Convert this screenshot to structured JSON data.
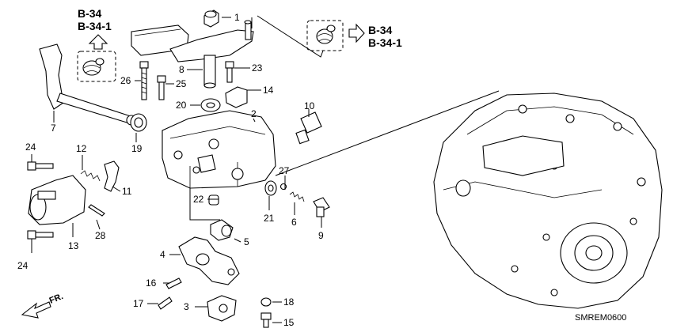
{
  "references": {
    "top_left": [
      "B-34",
      "B-34-1"
    ],
    "top_right": [
      "B-34",
      "B-34-1"
    ]
  },
  "part_numbers": [
    "1",
    "2",
    "3",
    "4",
    "5",
    "6",
    "7",
    "8",
    "9",
    "10",
    "11",
    "12",
    "13",
    "14",
    "15",
    "16",
    "17",
    "18",
    "19",
    "20",
    "21",
    "22",
    "23",
    "24",
    "24",
    "25",
    "26",
    "27",
    "28"
  ],
  "direction_label": "FR.",
  "diagram_code": "SMREM0600"
}
